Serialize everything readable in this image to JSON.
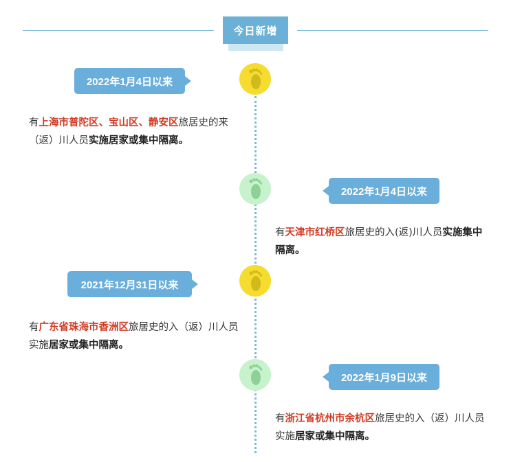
{
  "header": {
    "title": "今日新增"
  },
  "colors": {
    "accent": "#6bb0d6",
    "highlight_red": "#d23a22",
    "foot_yellow": "#f5dc2f",
    "foot_green": "#c6f2cc"
  },
  "entries": [
    {
      "date": "2022年1月4日以来",
      "foot_icon": "footprint-icon",
      "text_before": "有",
      "location": "上海市普陀区、宝山区、静安区",
      "text_mid": "旅居史的来（返）川人员",
      "measure": "实施居家或集中隔离。"
    },
    {
      "date": "2022年1月4日以来",
      "foot_icon": "footprint-icon",
      "text_before": "有",
      "location": "天津市红桥区",
      "text_mid": "旅居史的入(返)川人员",
      "measure": "实施集中隔离。"
    },
    {
      "date": "2021年12月31日以来",
      "foot_icon": "footprint-icon",
      "text_before": "有",
      "location": "广东省珠海市香洲区",
      "text_mid": "旅居史的入（返）川人员实施",
      "measure": "居家或集中隔离。"
    },
    {
      "date": "2022年1月9日以来",
      "foot_icon": "footprint-icon",
      "text_before": "有",
      "location": "浙江省杭州市余杭区",
      "text_mid": "旅居史的入（返）川人员实施",
      "measure": "居家或集中隔离。"
    }
  ]
}
